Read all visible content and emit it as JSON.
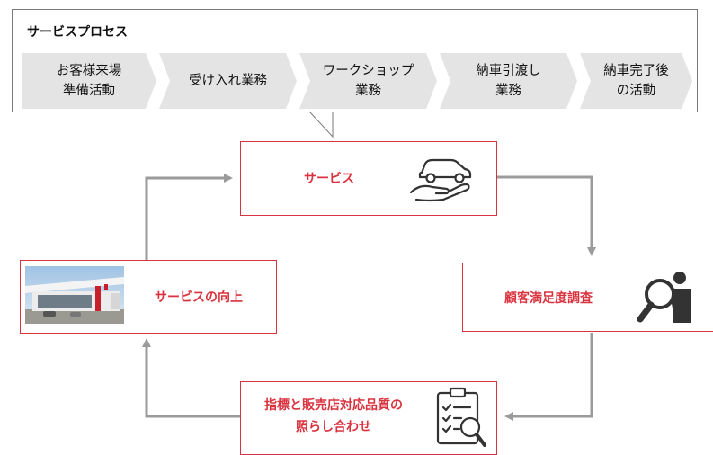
{
  "process": {
    "title": "サービスプロセス",
    "steps": [
      "お客様来場\n準備活動",
      "受け入れ業務",
      "ワークショップ\n業務",
      "納車引渡し\n業務",
      "納車完了後\nの活動"
    ]
  },
  "cycle": {
    "service": "サービス",
    "survey": "顧客満足度調査",
    "compare": "指標と販売店対応品質の\n照らし合わせ",
    "improve": "サービスの向上"
  },
  "icons": {
    "service": "car-in-hand-icon",
    "survey": "magnifier-person-icon",
    "compare": "checklist-magnifier-icon",
    "improve": "dealership-photo"
  },
  "colors": {
    "accent": "#d9333f",
    "chevron": "#e4e4e4",
    "arrow": "#9b9b9b"
  }
}
